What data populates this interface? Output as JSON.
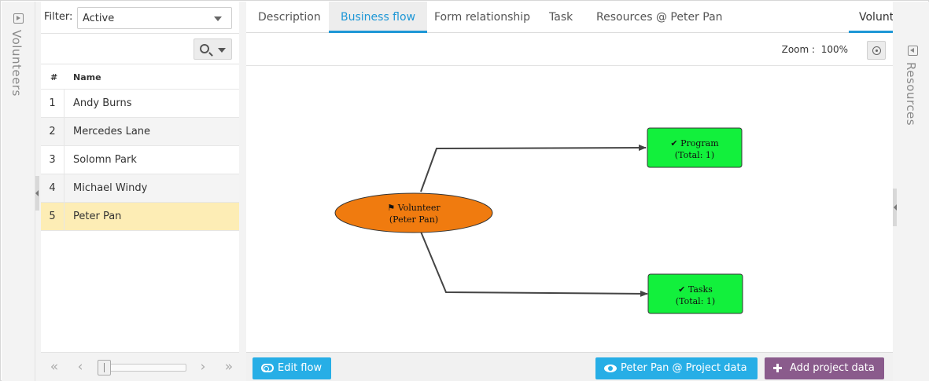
{
  "left_rail": {
    "label": "Volunteers",
    "icon": "panel-expand-icon"
  },
  "filter": {
    "label": "Filter:",
    "value": "Active"
  },
  "table": {
    "headers": {
      "index": "#",
      "name": "Name"
    },
    "rows": [
      {
        "index": "1",
        "name": "Andy Burns"
      },
      {
        "index": "2",
        "name": "Mercedes Lane"
      },
      {
        "index": "3",
        "name": "Solomn Park"
      },
      {
        "index": "4",
        "name": "Michael Windy"
      },
      {
        "index": "5",
        "name": "Peter Pan"
      }
    ],
    "selected_index": 4
  },
  "pager": {
    "first": "«",
    "prev": "‹",
    "next": "›",
    "last": "»"
  },
  "tabs": [
    {
      "label": "Description"
    },
    {
      "label": "Business flow",
      "active": true
    },
    {
      "label": "Form relationship"
    },
    {
      "label": "Task"
    },
    {
      "label": "Resources @ Peter Pan"
    }
  ],
  "right_tab": {
    "label": "Volunteers"
  },
  "zoom": {
    "label": "Zoom :",
    "value": "100%"
  },
  "diagram": {
    "root": {
      "flag": "⚑",
      "line1": "Volunteer",
      "line2": "(Peter Pan)",
      "color": "#f07b0f"
    },
    "nodes": [
      {
        "check": "✔",
        "line1": "Program",
        "line2": "(Total: 1)",
        "color": "#12f03c"
      },
      {
        "check": "✔",
        "line1": "Tasks",
        "line2": "(Total: 1)",
        "color": "#12f03c"
      }
    ]
  },
  "buttons": {
    "edit_flow": "Edit flow",
    "project_data": "Peter Pan @ Project data",
    "add_project_data": "Add project data"
  },
  "colors": {
    "accent": "#1e97d6",
    "selected_row": "#fdedb5",
    "blue_button": "#27aee6",
    "purple_button": "#8a5b8c"
  },
  "right_rail": {
    "label": "Resources",
    "icon": "panel-collapse-icon"
  }
}
